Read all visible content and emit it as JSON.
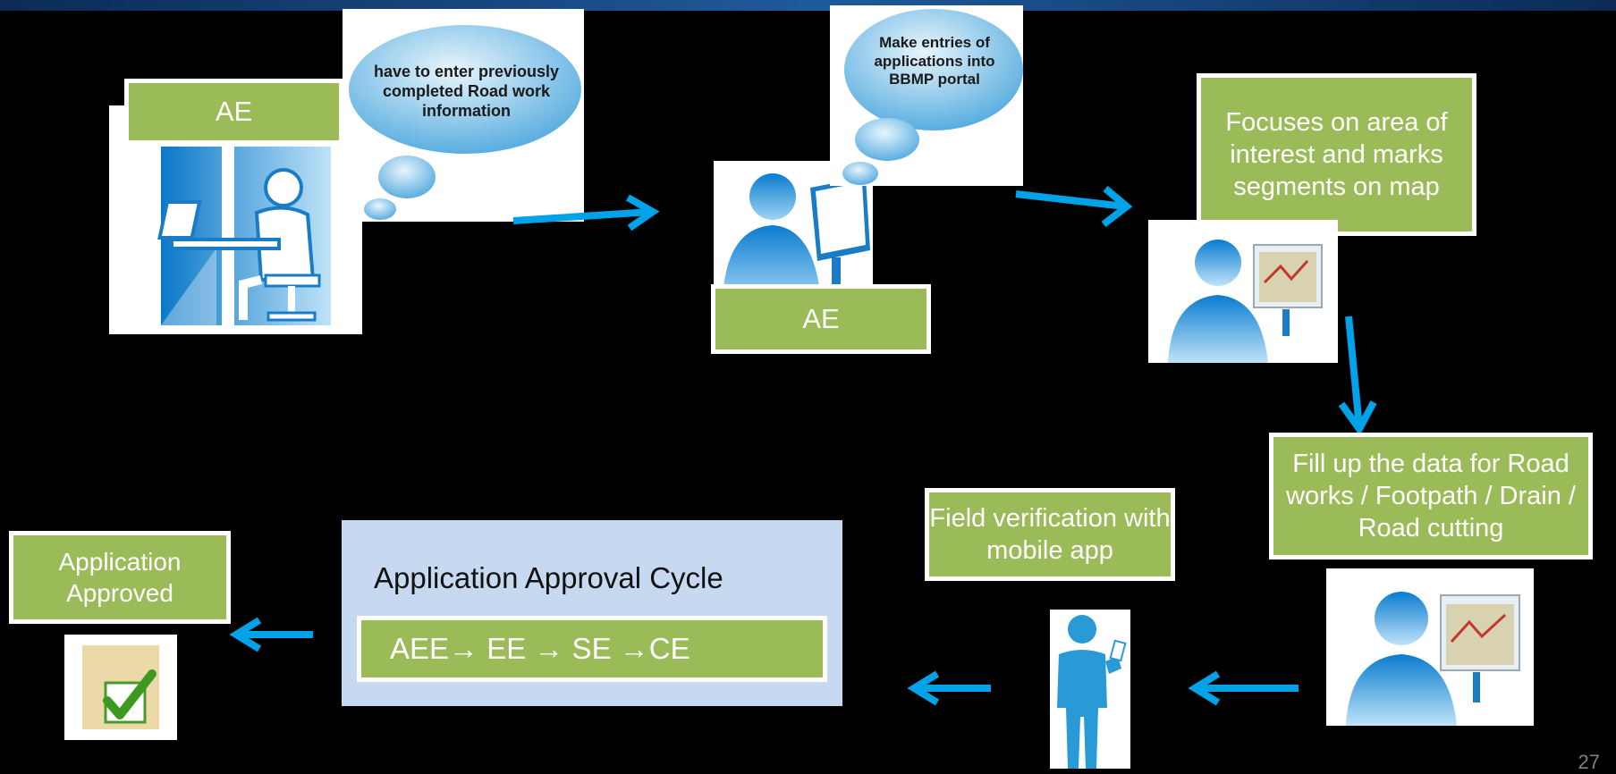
{
  "steps": {
    "step1_role": "AE",
    "step1_thought": "have to enter previously completed Road work information",
    "step2_thought": "Make entries of applications into BBMP portal",
    "step2_role": "AE",
    "step3_label": "Focuses on area of interest  and marks segments on map",
    "step4_label": "Fill up the data for Road works / Footpath / Drain / Road cutting",
    "step5_label": "Field verification with mobile app",
    "step6_title": "Application Approval Cycle",
    "step6_cycle": "AEE→  EE  →  SE  →CE",
    "step7_label": "Application Approved"
  },
  "page_number": "27",
  "colors": {
    "label_green": "#9bbb59",
    "arrow_blue": "#00a2e8",
    "approval_panel": "#c6d9f1",
    "icon_blue": "#2a9ad6"
  },
  "icons": [
    "office-worker-icon",
    "thought-bubble-icon",
    "desktop-user-icon",
    "map-user-icon",
    "mobile-user-icon",
    "approved-checkbox-icon"
  ]
}
